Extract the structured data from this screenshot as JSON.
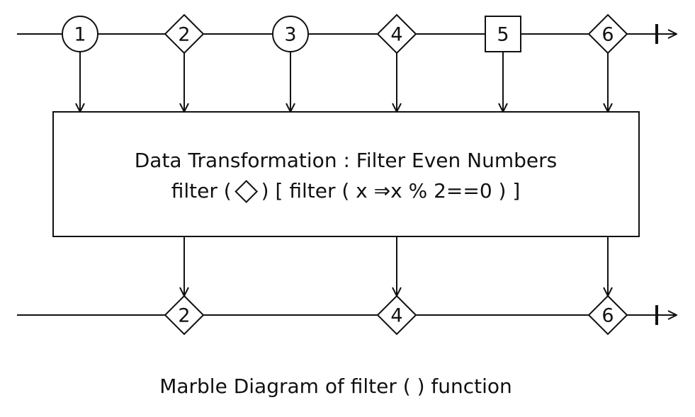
{
  "diagram": {
    "input_stream": {
      "items": [
        {
          "label": "1",
          "shape": "circle"
        },
        {
          "label": "2",
          "shape": "diamond"
        },
        {
          "label": "3",
          "shape": "circle"
        },
        {
          "label": "4",
          "shape": "diamond"
        },
        {
          "label": "5",
          "shape": "square"
        },
        {
          "label": "6",
          "shape": "diamond"
        }
      ]
    },
    "operator": {
      "title": "Data Transformation : Filter Even Numbers",
      "expression_prefix": "filter (",
      "expression_shape": "diamond",
      "expression_suffix": ") [ filter ( x ⇒x % 2==0 ) ]"
    },
    "output_stream": {
      "items": [
        {
          "label": "2",
          "shape": "diamond"
        },
        {
          "label": "4",
          "shape": "diamond"
        },
        {
          "label": "6",
          "shape": "diamond"
        }
      ]
    },
    "caption": "Marble Diagram of filter ( ) function"
  }
}
